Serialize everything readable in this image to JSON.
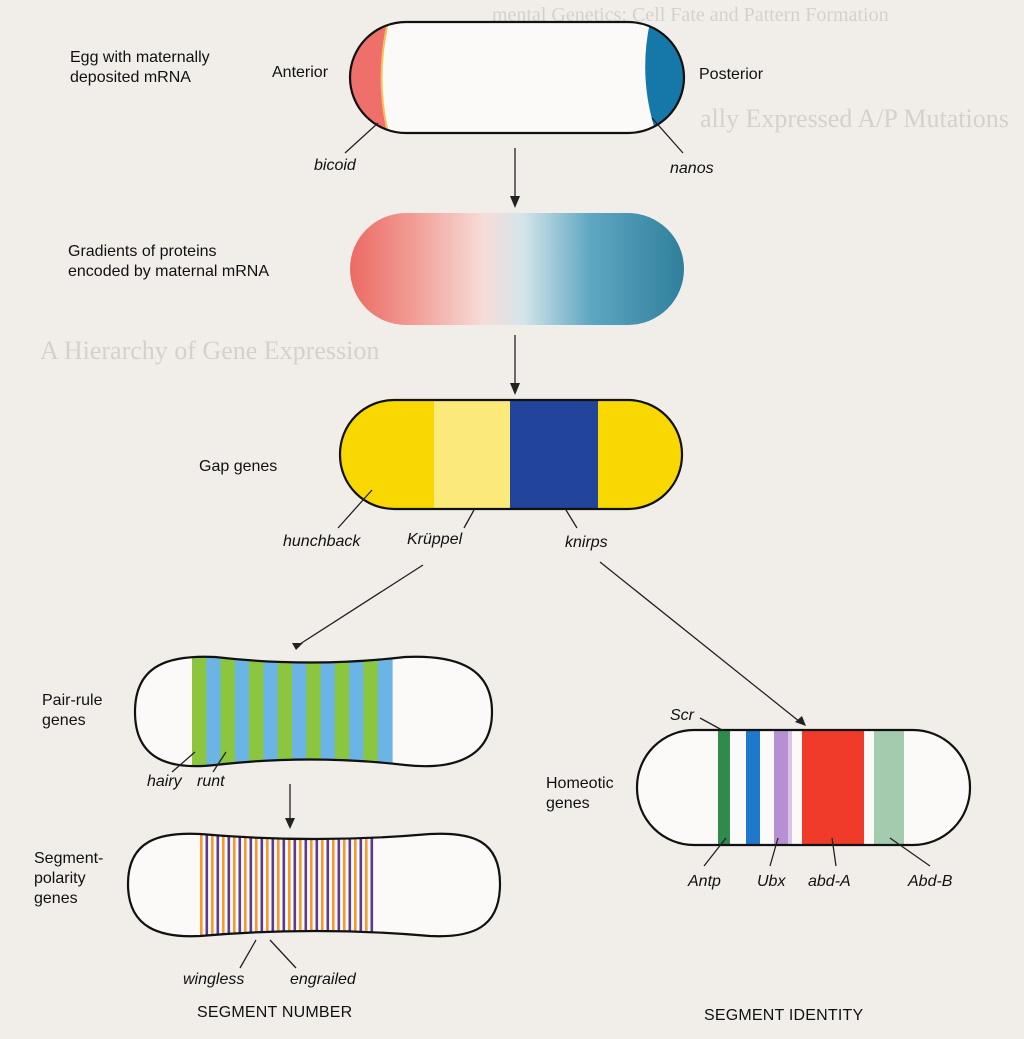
{
  "egg": {
    "label": "Egg with maternally\ndeposited mRNA",
    "anterior": "Anterior",
    "posterior": "Posterior"
  },
  "maternal_genes": {
    "left": "bicoid",
    "right": "nanos"
  },
  "gradient": {
    "label": "Gradients of proteins\nencoded by maternal mRNA"
  },
  "gap": {
    "label": "Gap genes",
    "genes": [
      "hunchback",
      "Krüppel",
      "knirps"
    ]
  },
  "pair_rule": {
    "label": "Pair-rule\ngenes",
    "genes": [
      "hairy",
      "runt"
    ]
  },
  "segment_polarity": {
    "label": "Segment-\npolarity\ngenes",
    "genes": [
      "wingless",
      "engrailed"
    ]
  },
  "homeotic": {
    "label": "Homeotic\ngenes",
    "genes": [
      "Scr",
      "Antp",
      "Ubx",
      "abd-A",
      "Abd-B"
    ]
  },
  "footer": {
    "left": "SEGMENT NUMBER",
    "right": "SEGMENT IDENTITY"
  },
  "colors": {
    "anterior": "#ef6f68",
    "posterior": "#1677a8",
    "gap_yellow": "#f7d400",
    "gap_light_yellow": "#fbe96e",
    "gap_blue": "#1f3f94",
    "pair_green": "#8cc63f",
    "pair_blue": "#6ab4e6",
    "seg_orange": "#f39a2b",
    "seg_purple": "#5b3a8f",
    "homeo_green": "#2e8a4a",
    "homeo_blue": "#1d77c9",
    "homeo_lilac": "#b48ed0",
    "homeo_red": "#ef3b2c",
    "homeo_sage": "#9dc7a6"
  },
  "background_text": [
    "mental Genetics: Cell Fate and Pattern Formation",
    "ally Expressed A/P Mutations",
    "A Hierarchy of Gene Expression"
  ]
}
